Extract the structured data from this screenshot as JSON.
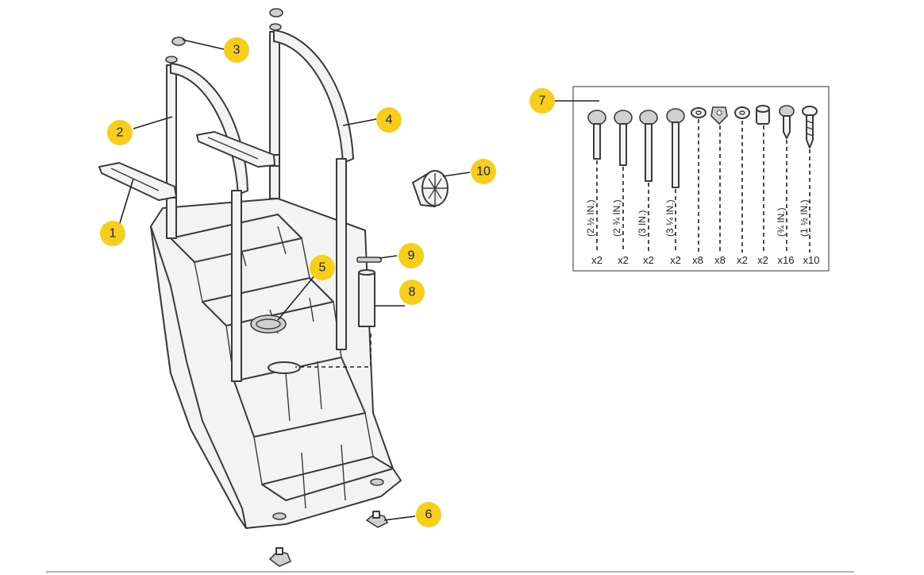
{
  "callouts": [
    "1",
    "2",
    "3",
    "4",
    "5",
    "6",
    "7",
    "8",
    "9",
    "10"
  ],
  "hardware": {
    "sizes": [
      "(2 ½ IN.)",
      "(2 ¾ IN.)",
      "(3 IN.)",
      "(3 ¼ IN.)",
      "(¾ IN.)",
      "(1 ½ IN.)"
    ],
    "quantities": [
      "x2",
      "x2",
      "x2",
      "x2",
      "x8",
      "x8",
      "x2",
      "x2",
      "x16",
      "x10"
    ]
  },
  "colors": {
    "callout": "#f5cf1c",
    "line": "#3a3a3a"
  }
}
